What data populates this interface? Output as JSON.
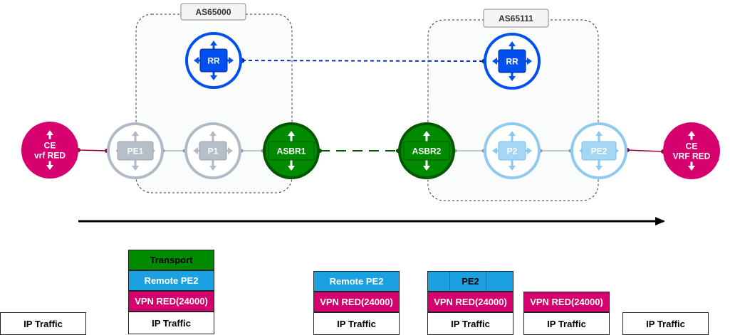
{
  "as_boxes": {
    "left": "AS65000",
    "right": "AS65111"
  },
  "nodes": {
    "ce_left": [
      "CE",
      "vrf RED"
    ],
    "pe1": "PE1",
    "p1": "P1",
    "asbr1": "ASBR1",
    "asbr2": "ASBR2",
    "p2": "P2",
    "pe2": "PE2",
    "ce_right": [
      "CE",
      "VRF RED"
    ],
    "rr_left": "RR",
    "rr_right": "RR"
  },
  "colors": {
    "magenta": "#d6006e",
    "green": "#008a00",
    "blue": "#0050ef",
    "gray": "#b0bac5",
    "light_blue": "#8ccaf0",
    "label_blue": "#1ba1e2"
  },
  "stacks": {
    "s1": {
      "ip": "IP Traffic"
    },
    "s2": {
      "transport": "Transport",
      "remote": "Remote PE2",
      "vpn": "VPN RED(24000)",
      "ip": "IP Traffic"
    },
    "s3": {
      "remote": "Remote PE2",
      "vpn": "VPN RED(24000)",
      "ip": "IP Traffic"
    },
    "s4": {
      "pe2": "PE2",
      "vpn": "VPN RED(24000)",
      "ip": "IP Traffic"
    },
    "s5": {
      "vpn": "VPN RED(24000)",
      "ip": "IP Traffic"
    },
    "s6": {
      "ip": "IP Traffic"
    }
  }
}
